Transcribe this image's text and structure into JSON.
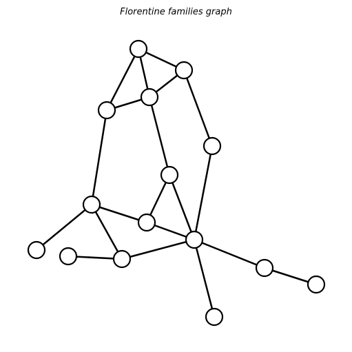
{
  "title": "Florentine families graph",
  "node_count": 15,
  "nodes": [
    "n0",
    "n1",
    "n2",
    "n3",
    "n4",
    "n5",
    "n6",
    "n7",
    "n8",
    "n9",
    "n10",
    "n11",
    "n12",
    "n13",
    "n14"
  ],
  "edges": [
    [
      "n0",
      "n1"
    ],
    [
      "n0",
      "n2"
    ],
    [
      "n0",
      "n3"
    ],
    [
      "n1",
      "n2"
    ],
    [
      "n1",
      "n4"
    ],
    [
      "n2",
      "n3"
    ],
    [
      "n2",
      "n5"
    ],
    [
      "n3",
      "n6"
    ],
    [
      "n4",
      "n9"
    ],
    [
      "n5",
      "n7"
    ],
    [
      "n5",
      "n9"
    ],
    [
      "n6",
      "n7"
    ],
    [
      "n6",
      "n8"
    ],
    [
      "n6",
      "n10"
    ],
    [
      "n7",
      "n9"
    ],
    [
      "n9",
      "n10"
    ],
    [
      "n9",
      "n12"
    ],
    [
      "n9",
      "n14"
    ],
    [
      "n10",
      "n11"
    ],
    [
      "n12",
      "n13"
    ]
  ]
}
